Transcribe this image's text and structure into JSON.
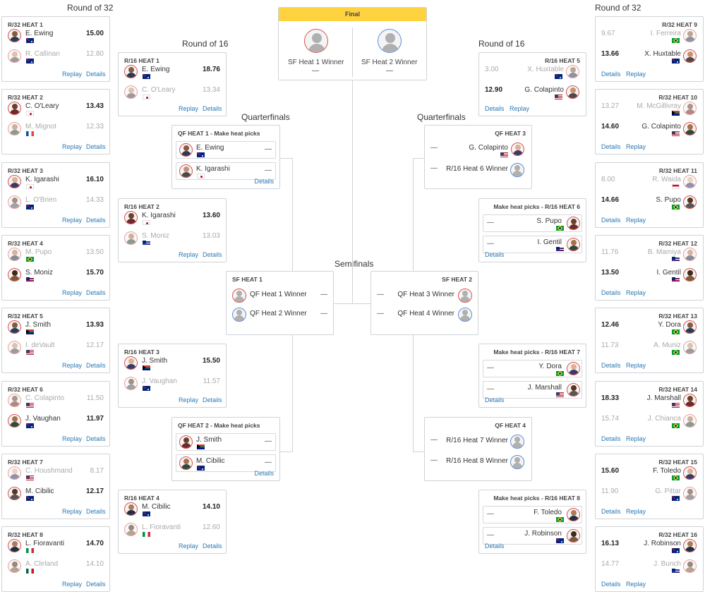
{
  "rounds": {
    "r32": "Round of 32",
    "r16": "Round of 16",
    "qf": "Quarterfinals",
    "sf": "Semifinals"
  },
  "links": {
    "replay": "Replay",
    "details": "Details"
  },
  "dash": "—",
  "final": {
    "title": "Final",
    "left": "SF Heat 1 Winner",
    "right": "SF Heat 2 Winner",
    "left_dash": "—",
    "right_dash": "—"
  },
  "r32_left": [
    {
      "title": "R/32 HEAT 1",
      "s": [
        {
          "name": "E. Ewing",
          "score": "15.00",
          "flag": "aus",
          "win": true
        },
        {
          "name": "R. Callinan",
          "score": "12.80",
          "flag": "aus",
          "win": false
        }
      ]
    },
    {
      "title": "R/32 HEAT 2",
      "s": [
        {
          "name": "C. O'Leary",
          "score": "13.43",
          "flag": "jpn",
          "win": true
        },
        {
          "name": "M. Mignot",
          "score": "12.33",
          "flag": "fra",
          "win": false
        }
      ]
    },
    {
      "title": "R/32 HEAT 3",
      "s": [
        {
          "name": "K. Igarashi",
          "score": "16.10",
          "flag": "jpn",
          "win": true
        },
        {
          "name": "L. O'Brien",
          "score": "14.33",
          "flag": "aus",
          "win": false
        }
      ]
    },
    {
      "title": "R/32 HEAT 4",
      "s": [
        {
          "name": "M. Pupo",
          "score": "13.50",
          "flag": "bra",
          "win": false
        },
        {
          "name": "S. Moniz",
          "score": "15.70",
          "flag": "haw",
          "win": true
        }
      ]
    },
    {
      "title": "R/32 HEAT 5",
      "s": [
        {
          "name": "J. Smith",
          "score": "13.93",
          "flag": "rsa",
          "win": true
        },
        {
          "name": "I. deVault",
          "score": "12.17",
          "flag": "usa",
          "win": false
        }
      ]
    },
    {
      "title": "R/32 HEAT 6",
      "s": [
        {
          "name": "C. Colapinto",
          "score": "11.50",
          "flag": "usa",
          "win": false
        },
        {
          "name": "J. Vaughan",
          "score": "11.97",
          "flag": "aus",
          "win": true
        }
      ]
    },
    {
      "title": "R/32 HEAT 7",
      "s": [
        {
          "name": "C. Houshmand",
          "score": "8.17",
          "flag": "usa",
          "win": false
        },
        {
          "name": "M. Cibilic",
          "score": "12.17",
          "flag": "aus",
          "win": true
        }
      ]
    },
    {
      "title": "R/32 HEAT 8",
      "s": [
        {
          "name": "L. Fioravanti",
          "score": "14.70",
          "flag": "ita",
          "win": true
        },
        {
          "name": "A. Cleland",
          "score": "14.10",
          "flag": "mex",
          "win": false
        }
      ]
    }
  ],
  "r32_right": [
    {
      "title": "R/32 HEAT 9",
      "s": [
        {
          "name": "I. Ferreira",
          "score": "9.67",
          "flag": "bra",
          "win": false
        },
        {
          "name": "X. Huxtable",
          "score": "13.66",
          "flag": "aus",
          "win": true
        }
      ]
    },
    {
      "title": "R/32 HEAT 10",
      "s": [
        {
          "name": "M. McGillivray",
          "score": "13.27",
          "flag": "rsa",
          "win": false
        },
        {
          "name": "G. Colapinto",
          "score": "14.60",
          "flag": "usa",
          "win": true
        }
      ]
    },
    {
      "title": "R/32 HEAT 11",
      "s": [
        {
          "name": "R. Waida",
          "score": "8.00",
          "flag": "idn",
          "win": false
        },
        {
          "name": "S. Pupo",
          "score": "14.66",
          "flag": "bra",
          "win": true
        }
      ]
    },
    {
      "title": "R/32 HEAT 12",
      "s": [
        {
          "name": "B. Mamiya",
          "score": "11.76",
          "flag": "haw",
          "win": false
        },
        {
          "name": "I. Gentil",
          "score": "13.50",
          "flag": "haw",
          "win": true
        }
      ]
    },
    {
      "title": "R/32 HEAT 13",
      "s": [
        {
          "name": "Y. Dora",
          "score": "12.46",
          "flag": "bra",
          "win": true
        },
        {
          "name": "A. Muniz",
          "score": "11.73",
          "flag": "bra",
          "win": false
        }
      ]
    },
    {
      "title": "R/32 HEAT 14",
      "s": [
        {
          "name": "J. Marshall",
          "score": "18.33",
          "flag": "usa",
          "win": true
        },
        {
          "name": "J. Chianca",
          "score": "15.74",
          "flag": "bra",
          "win": false
        }
      ]
    },
    {
      "title": "R/32 HEAT 15",
      "s": [
        {
          "name": "F. Toledo",
          "score": "15.60",
          "flag": "bra",
          "win": true
        },
        {
          "name": "G. Pittar",
          "score": "11.90",
          "flag": "aus",
          "win": false
        }
      ]
    },
    {
      "title": "R/32 HEAT 16",
      "s": [
        {
          "name": "J. Robinson",
          "score": "16.13",
          "flag": "aus",
          "win": true
        },
        {
          "name": "J. Bunch",
          "score": "14.77",
          "flag": "haw",
          "win": false
        }
      ]
    }
  ],
  "r16_left": [
    {
      "title": "R/16 HEAT 1",
      "s": [
        {
          "name": "E. Ewing",
          "score": "18.76",
          "flag": "aus",
          "win": true
        },
        {
          "name": "C. O'Leary",
          "score": "13.34",
          "flag": "jpn",
          "win": false
        }
      ]
    },
    {
      "title": "R/16 HEAT 2",
      "s": [
        {
          "name": "K. Igarashi",
          "score": "13.60",
          "flag": "jpn",
          "win": true
        },
        {
          "name": "S. Moniz",
          "score": "13.03",
          "flag": "haw",
          "win": false
        }
      ]
    },
    {
      "title": "R/16 HEAT 3",
      "s": [
        {
          "name": "J. Smith",
          "score": "15.50",
          "flag": "rsa",
          "win": true
        },
        {
          "name": "J. Vaughan",
          "score": "11.57",
          "flag": "aus",
          "win": false
        }
      ]
    },
    {
      "title": "R/16 HEAT 4",
      "s": [
        {
          "name": "M. Cibilic",
          "score": "14.10",
          "flag": "aus",
          "win": true
        },
        {
          "name": "L. Fioravanti",
          "score": "12.60",
          "flag": "ita",
          "win": false
        }
      ]
    }
  ],
  "r16_right_done": [
    {
      "title": "R/16 HEAT 5",
      "s": [
        {
          "name": "X. Huxtable",
          "score": "3.00",
          "flag": "aus",
          "win": false
        },
        {
          "name": "G. Colapinto",
          "score": "12.90",
          "flag": "usa",
          "win": true
        }
      ]
    }
  ],
  "r16_right_pick": [
    {
      "title": "Make heat picks - R/16 HEAT 6",
      "s": [
        {
          "name": "S. Pupo",
          "flag": "bra"
        },
        {
          "name": "I. Gentil",
          "flag": "haw"
        }
      ]
    },
    {
      "title": "Make heat picks - R/16 HEAT 7",
      "s": [
        {
          "name": "Y. Dora",
          "flag": "bra"
        },
        {
          "name": "J. Marshall",
          "flag": "usa"
        }
      ]
    },
    {
      "title": "Make heat picks - R/16 HEAT 8",
      "s": [
        {
          "name": "F. Toledo",
          "flag": "bra"
        },
        {
          "name": "J. Robinson",
          "flag": "aus"
        }
      ]
    }
  ],
  "qf_left": [
    {
      "title": "QF HEAT 1 - Make heat picks",
      "s": [
        {
          "name": "E. Ewing",
          "flag": "aus"
        },
        {
          "name": "K. Igarashi",
          "flag": "jpn"
        }
      ]
    },
    {
      "title": "QF HEAT 2 - Make heat picks",
      "s": [
        {
          "name": "J. Smith",
          "flag": "rsa"
        },
        {
          "name": "M. Cibilic",
          "flag": "aus"
        }
      ]
    }
  ],
  "qf_right": [
    {
      "title": "QF HEAT 3",
      "s": [
        {
          "name": "G. Colapinto",
          "flag": "usa",
          "photo": true
        },
        {
          "name": "R/16 Heat 6 Winner",
          "photo": false
        }
      ]
    },
    {
      "title": "QF HEAT 4",
      "s": [
        {
          "name": "R/16 Heat 7 Winner",
          "photo": false
        },
        {
          "name": "R/16 Heat 8 Winner",
          "photo": false
        }
      ]
    }
  ],
  "sf": [
    {
      "title": "SF HEAT 1",
      "s": [
        {
          "name": "QF Heat 1 Winner"
        },
        {
          "name": "QF Heat 2 Winner"
        }
      ]
    },
    {
      "title": "SF HEAT 2",
      "s": [
        {
          "name": "QF Heat 3 Winner"
        },
        {
          "name": "QF Heat 4 Winner"
        }
      ]
    }
  ],
  "colors": {
    "win_border": "#d9534f",
    "placeholder_border": "#5b8dd6",
    "link": "#2a7ab8",
    "final_header": "#ffd23f"
  }
}
